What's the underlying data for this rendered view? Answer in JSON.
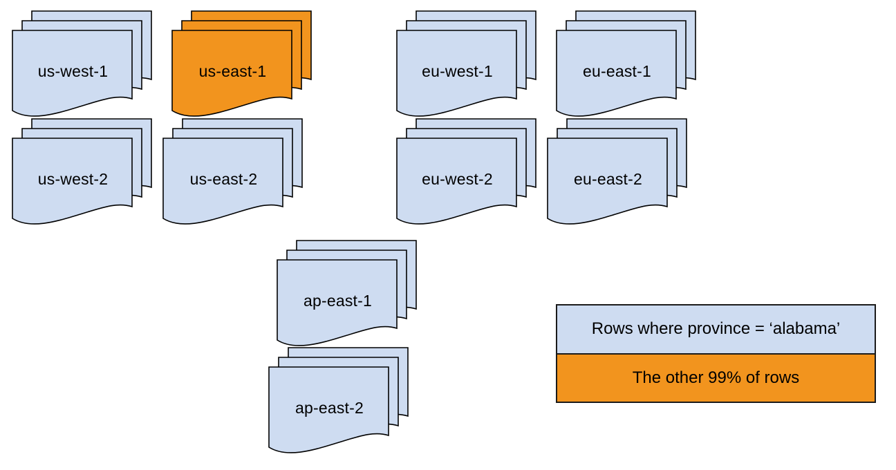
{
  "colors": {
    "page-blue": "#cedcf1",
    "page-orange": "#f2941e",
    "stroke": "#000000",
    "legend-border": "#1a1a1a",
    "background": "#ffffff"
  },
  "regions": [
    {
      "id": "us-west-1",
      "label": "us-west-1",
      "variant": "blue"
    },
    {
      "id": "us-east-1",
      "label": "us-east-1",
      "variant": "orange"
    },
    {
      "id": "eu-west-1",
      "label": "eu-west-1",
      "variant": "blue"
    },
    {
      "id": "eu-east-1",
      "label": "eu-east-1",
      "variant": "blue"
    },
    {
      "id": "us-west-2",
      "label": "us-west-2",
      "variant": "blue"
    },
    {
      "id": "us-east-2",
      "label": "us-east-2",
      "variant": "blue"
    },
    {
      "id": "eu-west-2",
      "label": "eu-west-2",
      "variant": "blue"
    },
    {
      "id": "eu-east-2",
      "label": "eu-east-2",
      "variant": "blue"
    },
    {
      "id": "ap-east-1",
      "label": "ap-east-1",
      "variant": "blue"
    },
    {
      "id": "ap-east-2",
      "label": "ap-east-2",
      "variant": "blue"
    }
  ],
  "legend": {
    "items": [
      {
        "label": "Rows where province = ‘alabama’",
        "variant": "blue"
      },
      {
        "label": "The other 99% of rows",
        "variant": "orange"
      }
    ]
  }
}
